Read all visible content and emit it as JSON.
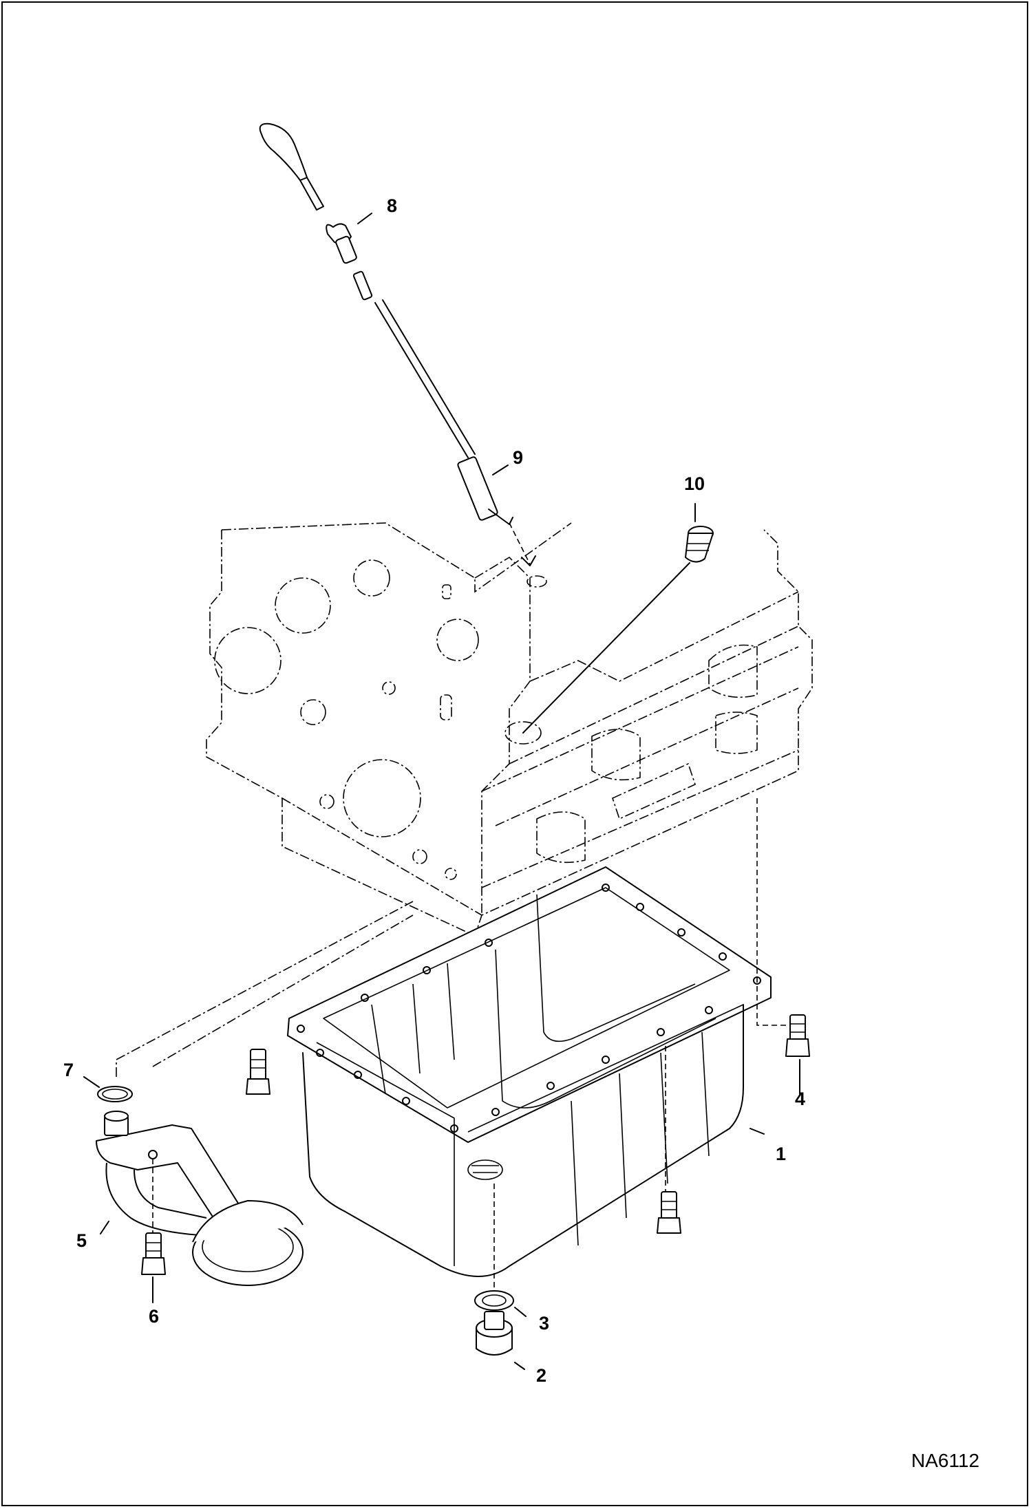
{
  "diagram": {
    "drawing_code": "NA6112",
    "callouts": [
      {
        "id": "1",
        "text": "1"
      },
      {
        "id": "2",
        "text": "2"
      },
      {
        "id": "3",
        "text": "3"
      },
      {
        "id": "4",
        "text": "4"
      },
      {
        "id": "5",
        "text": "5"
      },
      {
        "id": "6",
        "text": "6"
      },
      {
        "id": "7",
        "text": "7"
      },
      {
        "id": "8",
        "text": "8"
      },
      {
        "id": "9",
        "text": "9"
      },
      {
        "id": "10",
        "text": "10"
      }
    ],
    "colors": {
      "line": "#000000",
      "background": "#ffffff"
    }
  }
}
